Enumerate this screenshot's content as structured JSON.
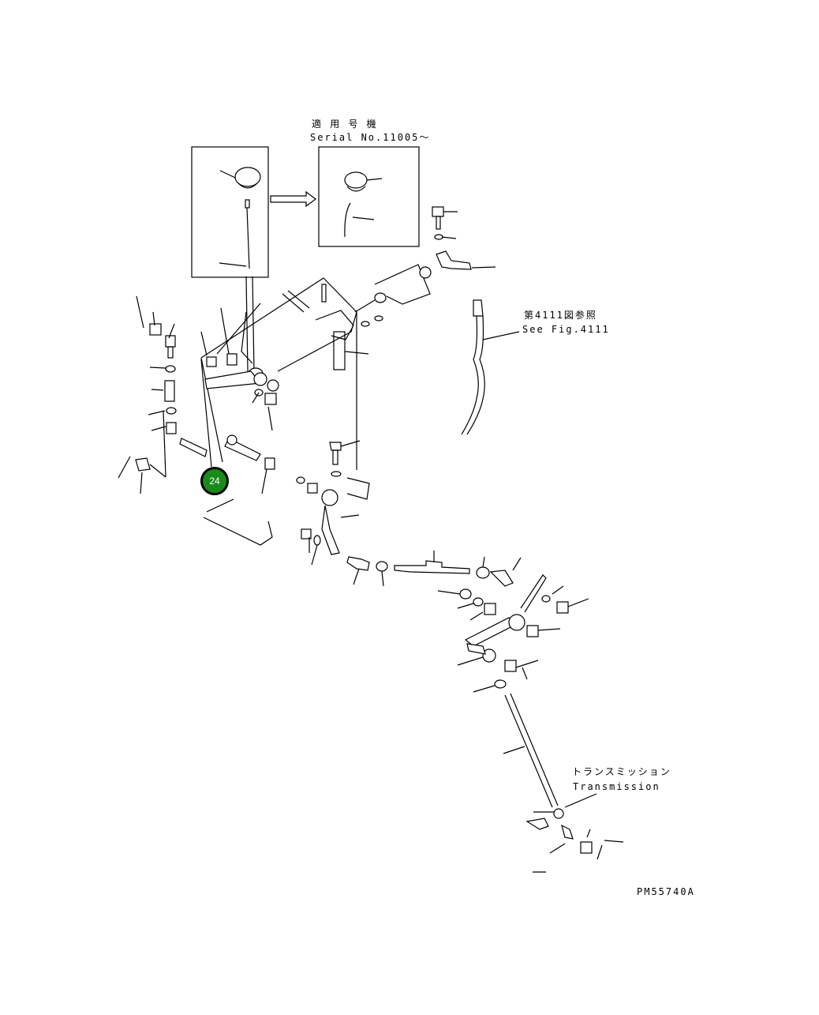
{
  "labels": {
    "serial_jp": "適 用 号 機",
    "serial_en": "Serial No.11005～",
    "fig_ref_jp": "第4111図参照",
    "fig_ref_en": "See Fig.4111",
    "transmission_jp": "トランスミッション",
    "transmission_en": "Transmission",
    "drawing_code": "PM55740A"
  },
  "callouts": [
    {
      "number": "24",
      "color": "#1a8a1a"
    }
  ]
}
